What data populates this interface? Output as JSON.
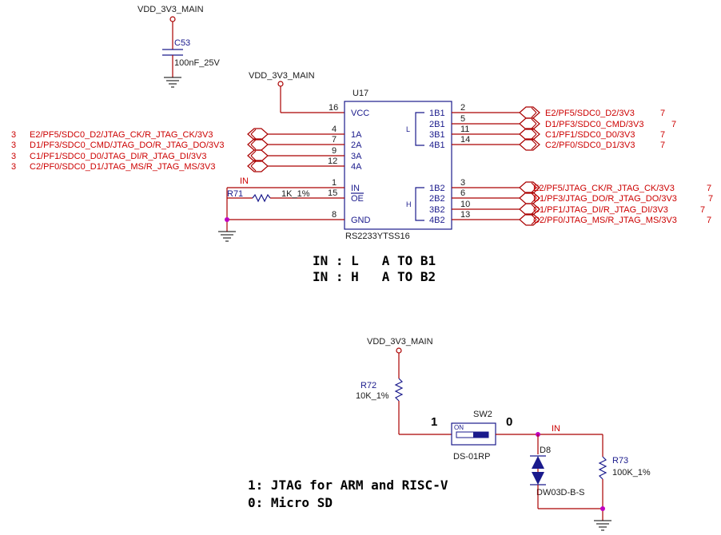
{
  "power": {
    "top": "VDD_3V3_MAIN",
    "ic": "VDD_3V3_MAIN",
    "switch": "VDD_3V3_MAIN"
  },
  "cap": {
    "ref": "C53",
    "value": "100nF_25V"
  },
  "ic": {
    "ref": "U17",
    "part": "RS2233YTSS16",
    "pins": {
      "vcc": "VCC",
      "a1": "1A",
      "a2": "2A",
      "a3": "3A",
      "a4": "4A",
      "in": "IN",
      "oe": "OE",
      "gnd": "GND",
      "b11": "1B1",
      "b21": "2B1",
      "b31": "3B1",
      "b41": "4B1",
      "b12": "1B2",
      "b22": "2B2",
      "b32": "3B2",
      "b42": "4B2",
      "l": "L",
      "h": "H"
    },
    "pin_numbers": {
      "vcc": "16",
      "a1": "4",
      "a2": "7",
      "a3": "9",
      "a4": "12",
      "in": "1",
      "oe": "15",
      "gnd": "8",
      "b11": "2",
      "b21": "5",
      "b31": "11",
      "b41": "14",
      "b12": "3",
      "b22": "6",
      "b32": "10",
      "b42": "13"
    }
  },
  "left_nets": [
    {
      "sheet": "3",
      "name": "E2/PF5/SDC0_D2/JTAG_CK/R_JTAG_CK/3V3"
    },
    {
      "sheet": "3",
      "name": "D1/PF3/SDC0_CMD/JTAG_DO/R_JTAG_DO/3V3"
    },
    {
      "sheet": "3",
      "name": "C1/PF1/SDC0_D0/JTAG_DI/R_JTAG_DI/3V3"
    },
    {
      "sheet": "3",
      "name": "C2/PF0/SDC0_D1/JTAG_MS/R_JTAG_MS/3V3"
    }
  ],
  "right_nets_b1": [
    {
      "name": "E2/PF5/SDC0_D2/3V3",
      "sheet": "7"
    },
    {
      "name": "D1/PF3/SDC0_CMD/3V3",
      "sheet": "7"
    },
    {
      "name": "C1/PF1/SDC0_D0/3V3",
      "sheet": "7"
    },
    {
      "name": "C2/PF0/SDC0_D1/3V3",
      "sheet": "7"
    }
  ],
  "right_nets_b2": [
    {
      "name": "E2/PF5/JTAG_CK/R_JTAG_CK/3V3",
      "sheet": "7"
    },
    {
      "name": "D1/PF3/JTAG_DO/R_JTAG_DO/3V3",
      "sheet": "7"
    },
    {
      "name": "C1/PF1/JTAG_DI/R_JTAG_DI/3V3",
      "sheet": "7"
    },
    {
      "name": "C2/PF0/JTAG_MS/R_JTAG_MS/3V3",
      "sheet": "7"
    }
  ],
  "in_net": "IN",
  "r71": {
    "ref": "R71",
    "value": "1K_1%"
  },
  "truth": {
    "line1": "IN : L   A TO B1",
    "line2": "IN : H   A TO B2"
  },
  "r72": {
    "ref": "R72",
    "value": "10K_1%"
  },
  "sw": {
    "ref": "SW2",
    "part": "DS-01RP",
    "on": "ON",
    "pos1": "1",
    "pos0": "0"
  },
  "switch_net": "IN",
  "d8": {
    "ref": "D8",
    "part": "DW03D-B-S"
  },
  "r73": {
    "ref": "R73",
    "value": "100K_1%"
  },
  "notes": {
    "line1": "1: JTAG for ARM and RISC-V",
    "line2": "0: Micro SD"
  }
}
